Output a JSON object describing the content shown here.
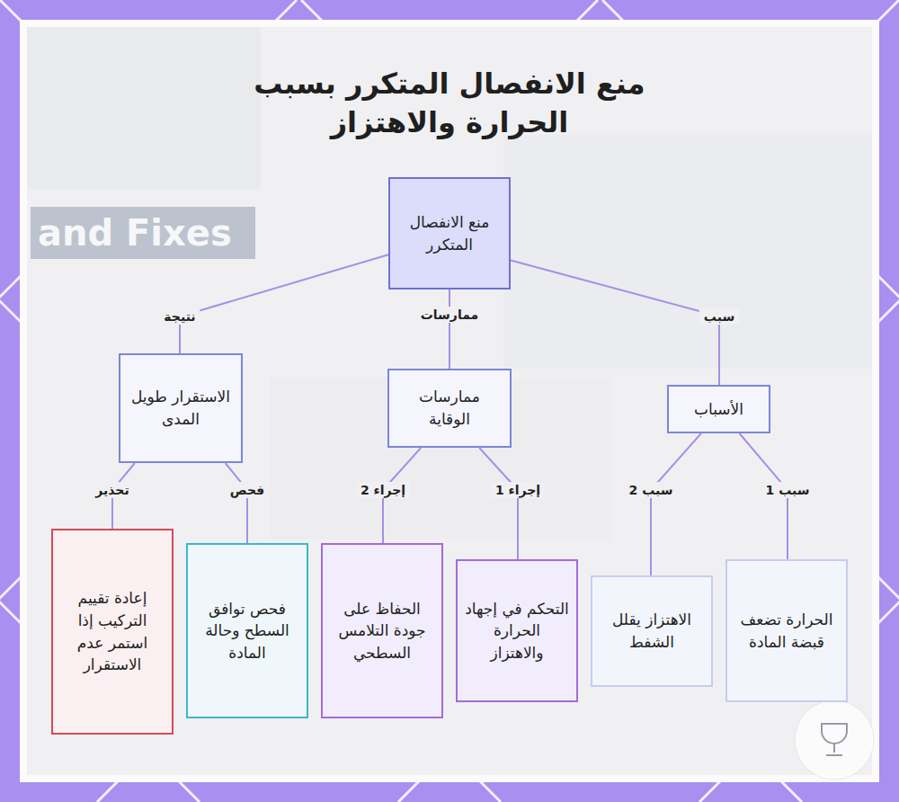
{
  "diagram": {
    "title": "منع الانفصال المتكرر بسبب الحرارة والاهتزاز",
    "nodes": [
      {
        "text": [
          "منع الانفصال المتكرر"
        ]
      },
      {
        "text": [
          "الأسباب"
        ]
      },
      {
        "text": [
          "ممارسات الوقاية"
        ]
      },
      {
        "text": [
          "الاستقرار طويل المدى"
        ]
      },
      {
        "text": [
          "الحرارة تضعف قبضة المادة"
        ]
      },
      {
        "text": [
          "الاهتزاز يقلل الشفط"
        ]
      },
      {
        "text": [
          "التحكم في إجهاد الحرارة والاهتزاز"
        ]
      },
      {
        "text": [
          "الحفاظ على جودة التلامس السطحي"
        ]
      },
      {
        "text": [
          "فحص توافق السطح وحالة المادة"
        ]
      },
      {
        "text": [
          "إعادة تقييم التركيب إذا استمر عدم الاستقرار"
        ]
      }
    ],
    "edges": [
      {
        "from": 0,
        "to": 1,
        "label": "سبب",
        "arrow": "none"
      },
      {
        "from": 0,
        "to": 2,
        "label": "ممارسات",
        "arrow": "none"
      },
      {
        "from": 0,
        "to": 3,
        "label": "نتيجة",
        "arrow": "none"
      },
      {
        "from": 1,
        "to": 4,
        "label": "سبب 1",
        "arrow": "none"
      },
      {
        "from": 1,
        "to": 5,
        "label": "سبب 2",
        "arrow": "none"
      },
      {
        "from": 2,
        "to": 6,
        "label": "إجراء 1",
        "arrow": "none"
      },
      {
        "from": 2,
        "to": 7,
        "label": "إجراء 2",
        "arrow": "none"
      },
      {
        "from": 3,
        "to": 8,
        "label": "فحص",
        "arrow": "none"
      },
      {
        "from": 3,
        "to": 9,
        "label": "تحذير",
        "arrow": "none"
      }
    ],
    "labels": [
      "and Fixes"
    ]
  }
}
